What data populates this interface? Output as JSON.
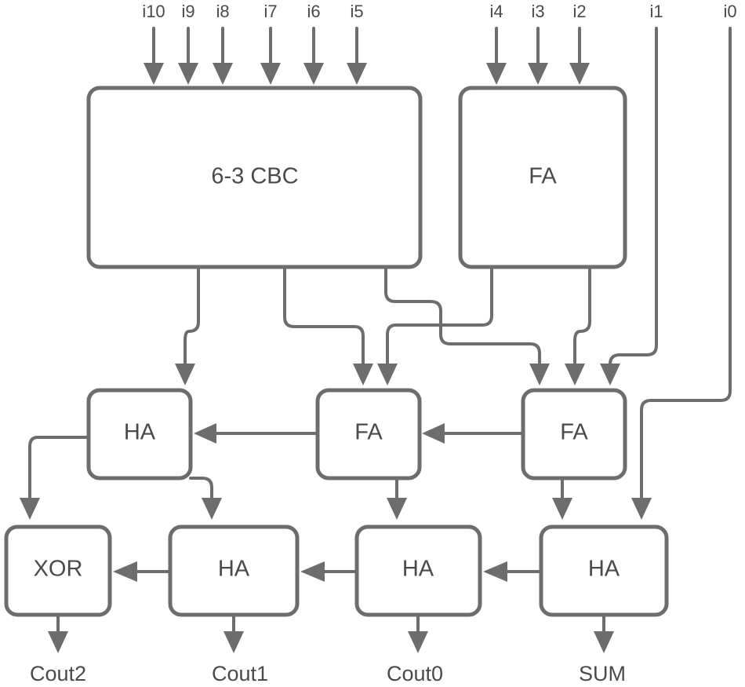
{
  "inputs": {
    "i10": "i10",
    "i9": "i9",
    "i8": "i8",
    "i7": "i7",
    "i6": "i6",
    "i5": "i5",
    "i4": "i4",
    "i3": "i3",
    "i2": "i2",
    "i1": "i1",
    "i0": "i0"
  },
  "blocks": {
    "cbc": "6-3 CBC",
    "fa_top": "FA",
    "ha_mid": "HA",
    "fa_mid": "FA",
    "fa_right": "FA",
    "xor": "XOR",
    "ha_bot1": "HA",
    "ha_bot2": "HA",
    "ha_bot3": "HA"
  },
  "outputs": {
    "cout2": "Cout2",
    "cout1": "Cout1",
    "cout0": "Cout0",
    "sum": "SUM"
  },
  "colors": {
    "line": "#6d6d6d",
    "text": "#4a4a4a",
    "background": "#ffffff"
  }
}
